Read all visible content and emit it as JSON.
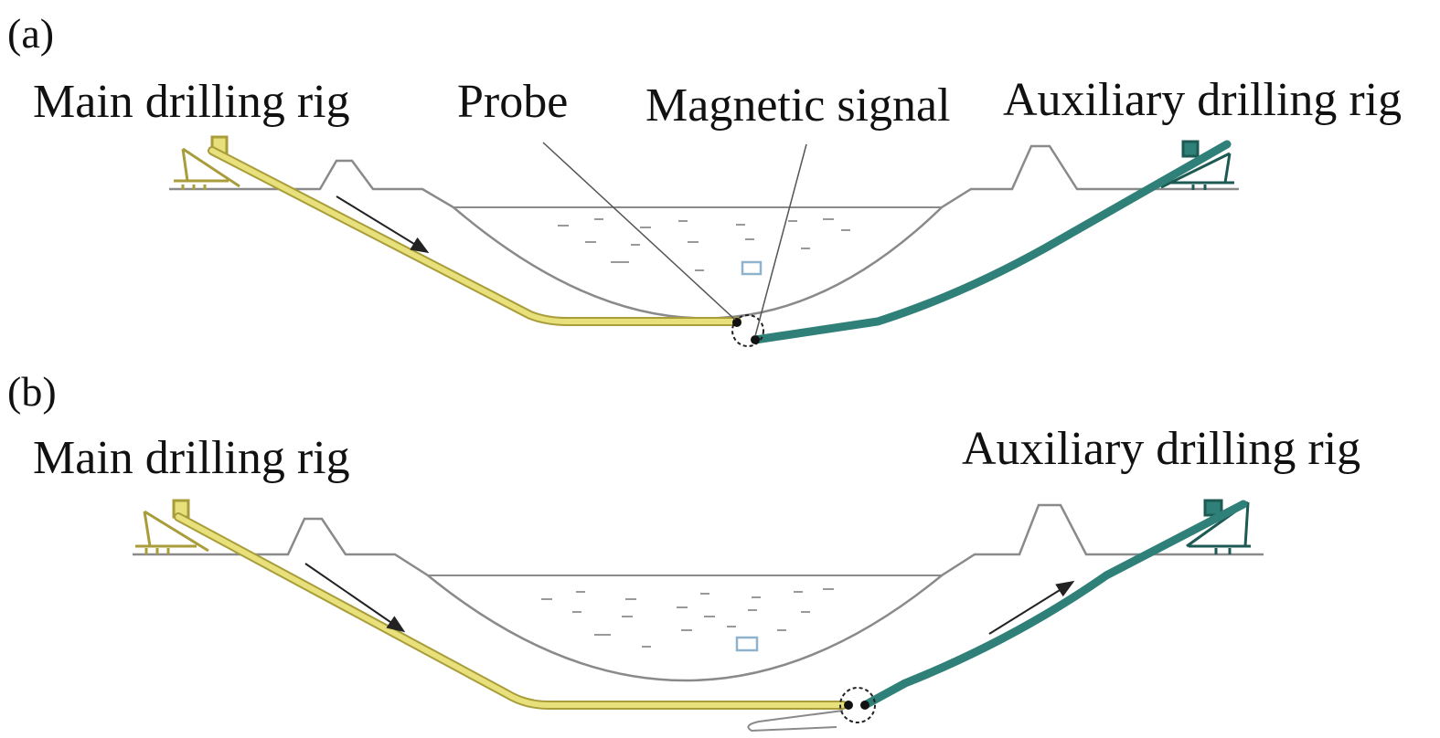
{
  "panels": [
    {
      "id": "a",
      "panel_label": "(a)",
      "labels": {
        "main_rig": "Main drilling rig",
        "probe": "Probe",
        "magnetic_signal": "Magnetic signal",
        "aux_rig": "Auxiliary drilling rig"
      }
    },
    {
      "id": "b",
      "panel_label": "(b)",
      "labels": {
        "main_rig": "Main drilling rig",
        "aux_rig": "Auxiliary drilling rig"
      }
    }
  ],
  "colors": {
    "main_pipe": "#e8e07a",
    "main_pipe_edge": "#a89d3a",
    "aux_pipe": "#2f8078",
    "aux_pipe_edge": "#1d5a54",
    "terrain": "#8a8a8a",
    "text": "#111111",
    "marker": "#8fb3cc"
  }
}
